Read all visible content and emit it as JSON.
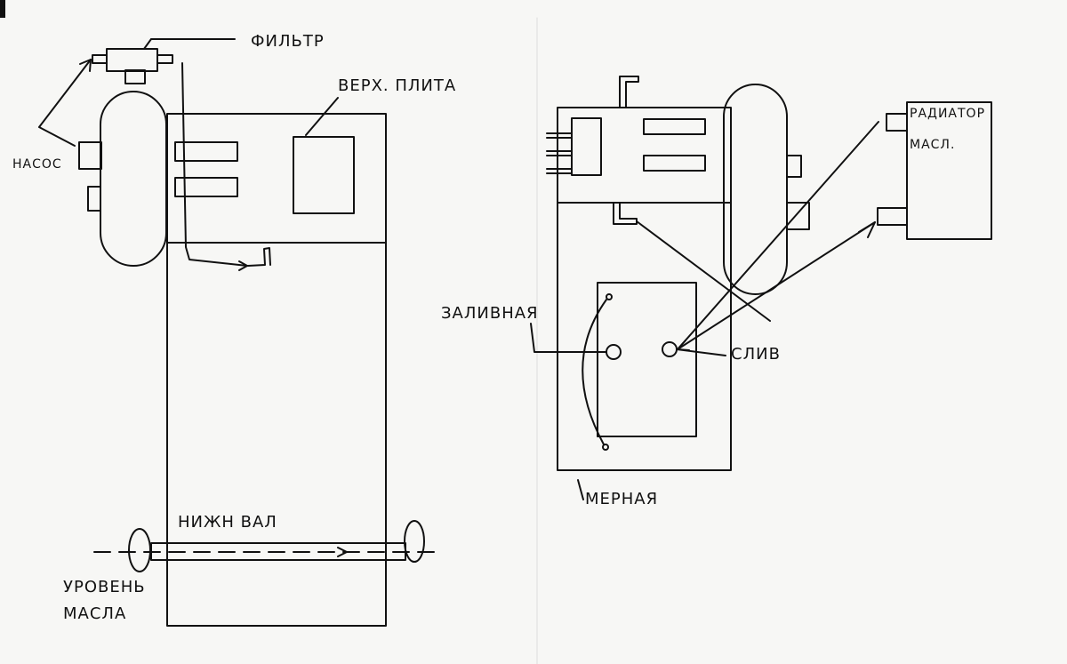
{
  "labels": {
    "filter": "ФИЛЬТР",
    "top_plate": "ВЕРХ. ПЛИТА",
    "pump": "НАСОС",
    "lower_shaft": "НИЖН ВАЛ",
    "oil_level_line1": "УРОВЕНЬ",
    "oil_level_line2": "МАСЛА",
    "fill": "ЗАЛИВНАЯ",
    "drain": "СЛИВ",
    "dipstick": "МЕРНАЯ",
    "radiator_line1": "РАДИАТОР",
    "radiator_line2": "МАСЛ."
  },
  "colors": {
    "ink": "#111111",
    "paper": "#f7f7f5"
  }
}
